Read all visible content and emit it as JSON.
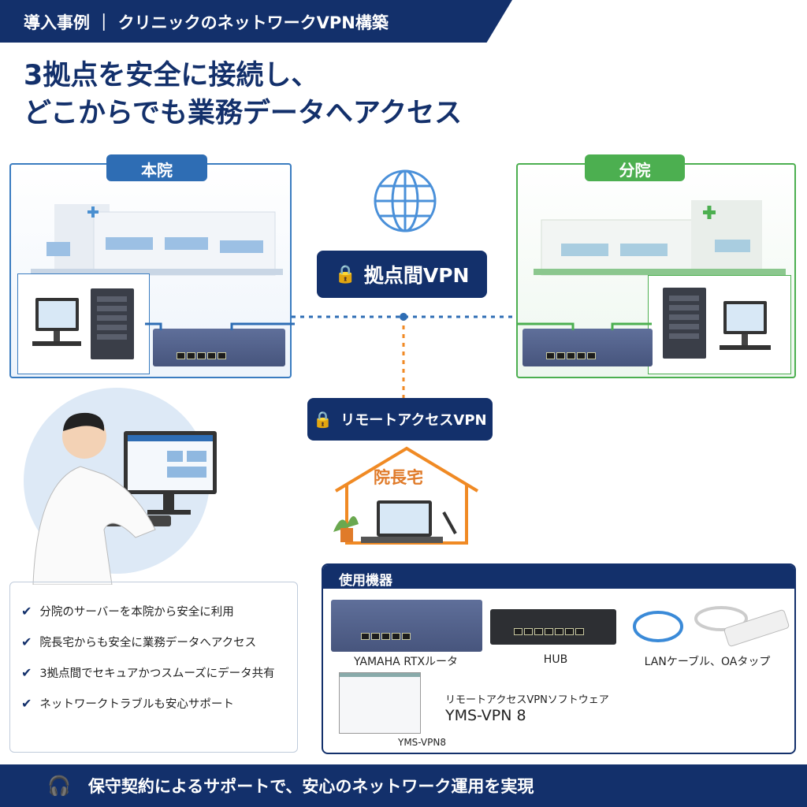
{
  "header": {
    "title": "導入事例 ｜ クリニックのネットワークVPN構築"
  },
  "headline": {
    "line1": "3拠点を安全に接続し、",
    "line2": "どこからでも業務データへアクセス"
  },
  "sites": {
    "main": "本院",
    "branch": "分院",
    "home": "院長宅"
  },
  "vpn": {
    "site_to_site": "拠点間VPN",
    "remote": "リモートアクセスVPN"
  },
  "colors": {
    "navy": "#13306b",
    "blue": "#2e6db4",
    "green": "#4caf50",
    "orange": "#f08a24"
  },
  "benefits": [
    "分院のサーバーを本院から安全に利用",
    "院長宅からも安全に業務データへアクセス",
    "3拠点間でセキュアかつスムーズにデータ共有",
    "ネットワークトラブルも安心サポート"
  ],
  "equipment": {
    "title": "使用機器",
    "items": [
      "YAMAHA RTXルータ",
      "HUB",
      "LANケーブル、OAタップ"
    ],
    "software_label": "リモートアクセスVPNソフトウェア",
    "software_name": "YMS-VPN 8",
    "software_caption": "YMS-VPN8"
  },
  "footer": {
    "text": "保守契約によるサポートで、安心のネットワーク運用を実現"
  }
}
